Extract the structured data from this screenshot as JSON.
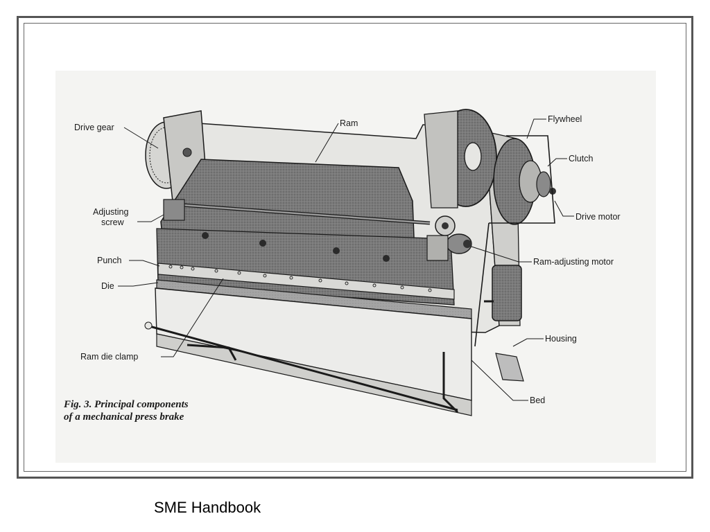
{
  "figure": {
    "labels": {
      "drive_gear": "Drive gear",
      "ram": "Ram",
      "flywheel": "Flywheel",
      "clutch": "Clutch",
      "drive_motor": "Drive motor",
      "adjusting_screw_1": "Adjusting",
      "adjusting_screw_2": "screw",
      "punch": "Punch",
      "ram_adjusting_motor": "Ram-adjusting motor",
      "die": "Die",
      "housing": "Housing",
      "ram_die_clamp": "Ram die clamp",
      "bed": "Bed"
    },
    "caption_line1": "Fig. 3. Principal components",
    "caption_line2": "of a mechanical press brake"
  },
  "footer": {
    "credit": "SME Handbook"
  },
  "colors": {
    "frame": "#555555",
    "metal_dark": "#6e6e6e",
    "metal_mid": "#8c8c8c",
    "metal_light": "#b5b5b5",
    "line": "#1a1a1a"
  }
}
